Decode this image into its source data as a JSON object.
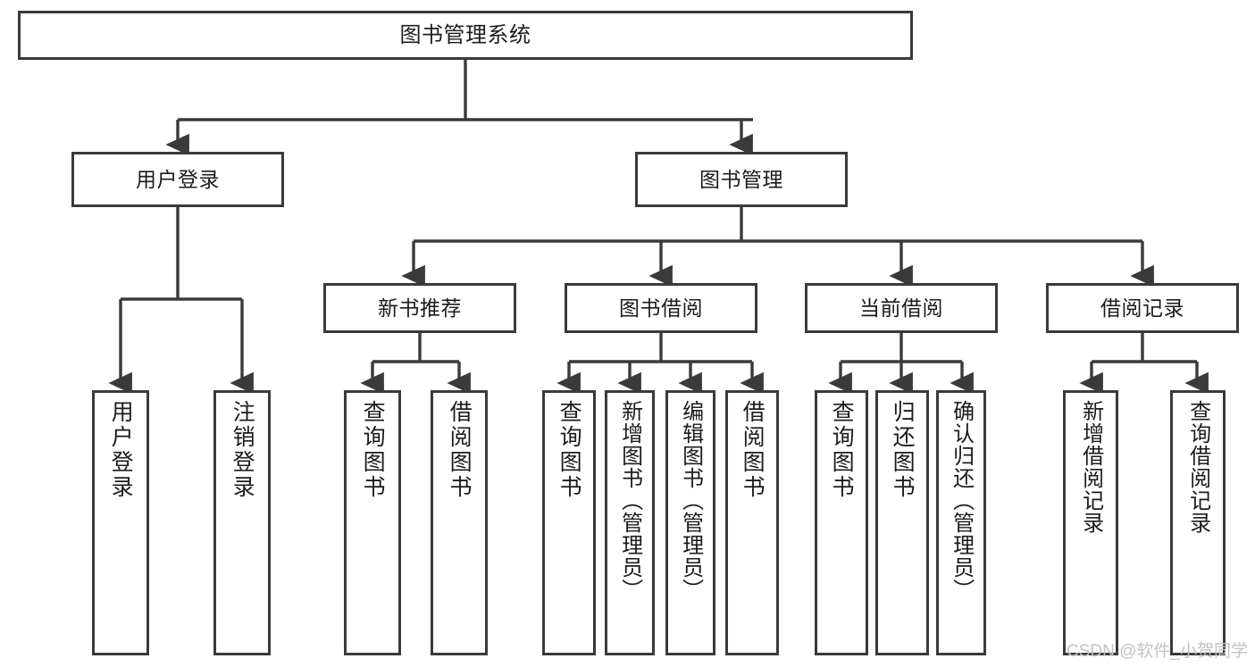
{
  "diagram": {
    "title": "图书管理系统",
    "type": "tree",
    "watermark": "CSDN @软件_小贺同学",
    "stroke_color": "#3a3a3a",
    "fill_color": "#ffffff",
    "text_color": "#1c1c1c"
  },
  "nodes": {
    "root": {
      "label": "图书管理系统"
    },
    "level2": [
      {
        "id": "user-login",
        "label": "用户登录"
      },
      {
        "id": "book-manage",
        "label": "图书管理"
      }
    ],
    "level3": [
      {
        "id": "new-book-recommend",
        "label": "新书推荐"
      },
      {
        "id": "book-borrow",
        "label": "图书借阅"
      },
      {
        "id": "current-borrow",
        "label": "当前借阅"
      },
      {
        "id": "borrow-record",
        "label": "借阅记录"
      }
    ],
    "leaves": {
      "user_login": [
        {
          "id": "leaf-user-login",
          "label": "用户登录"
        },
        {
          "id": "leaf-logout-login",
          "label": "注销登录"
        }
      ],
      "new_book_recommend": [
        {
          "id": "leaf-query-book-1",
          "label": "查询图书"
        },
        {
          "id": "leaf-borrow-book-1",
          "label": "借阅图书"
        }
      ],
      "book_borrow": [
        {
          "id": "leaf-query-book-2",
          "label": "查询图书"
        },
        {
          "id": "leaf-add-book",
          "label": "新增图书（管理员）"
        },
        {
          "id": "leaf-edit-book",
          "label": "编辑图书（管理员）"
        },
        {
          "id": "leaf-borrow-book-2",
          "label": "借阅图书"
        }
      ],
      "current_borrow": [
        {
          "id": "leaf-query-book-3",
          "label": "查询图书"
        },
        {
          "id": "leaf-return-book",
          "label": "归还图书"
        },
        {
          "id": "leaf-confirm-return",
          "label": "确认归还（管理员）"
        }
      ],
      "borrow_record": [
        {
          "id": "leaf-add-record",
          "label": "新增借阅记录"
        },
        {
          "id": "leaf-query-record",
          "label": "查询借阅记录"
        }
      ]
    }
  }
}
